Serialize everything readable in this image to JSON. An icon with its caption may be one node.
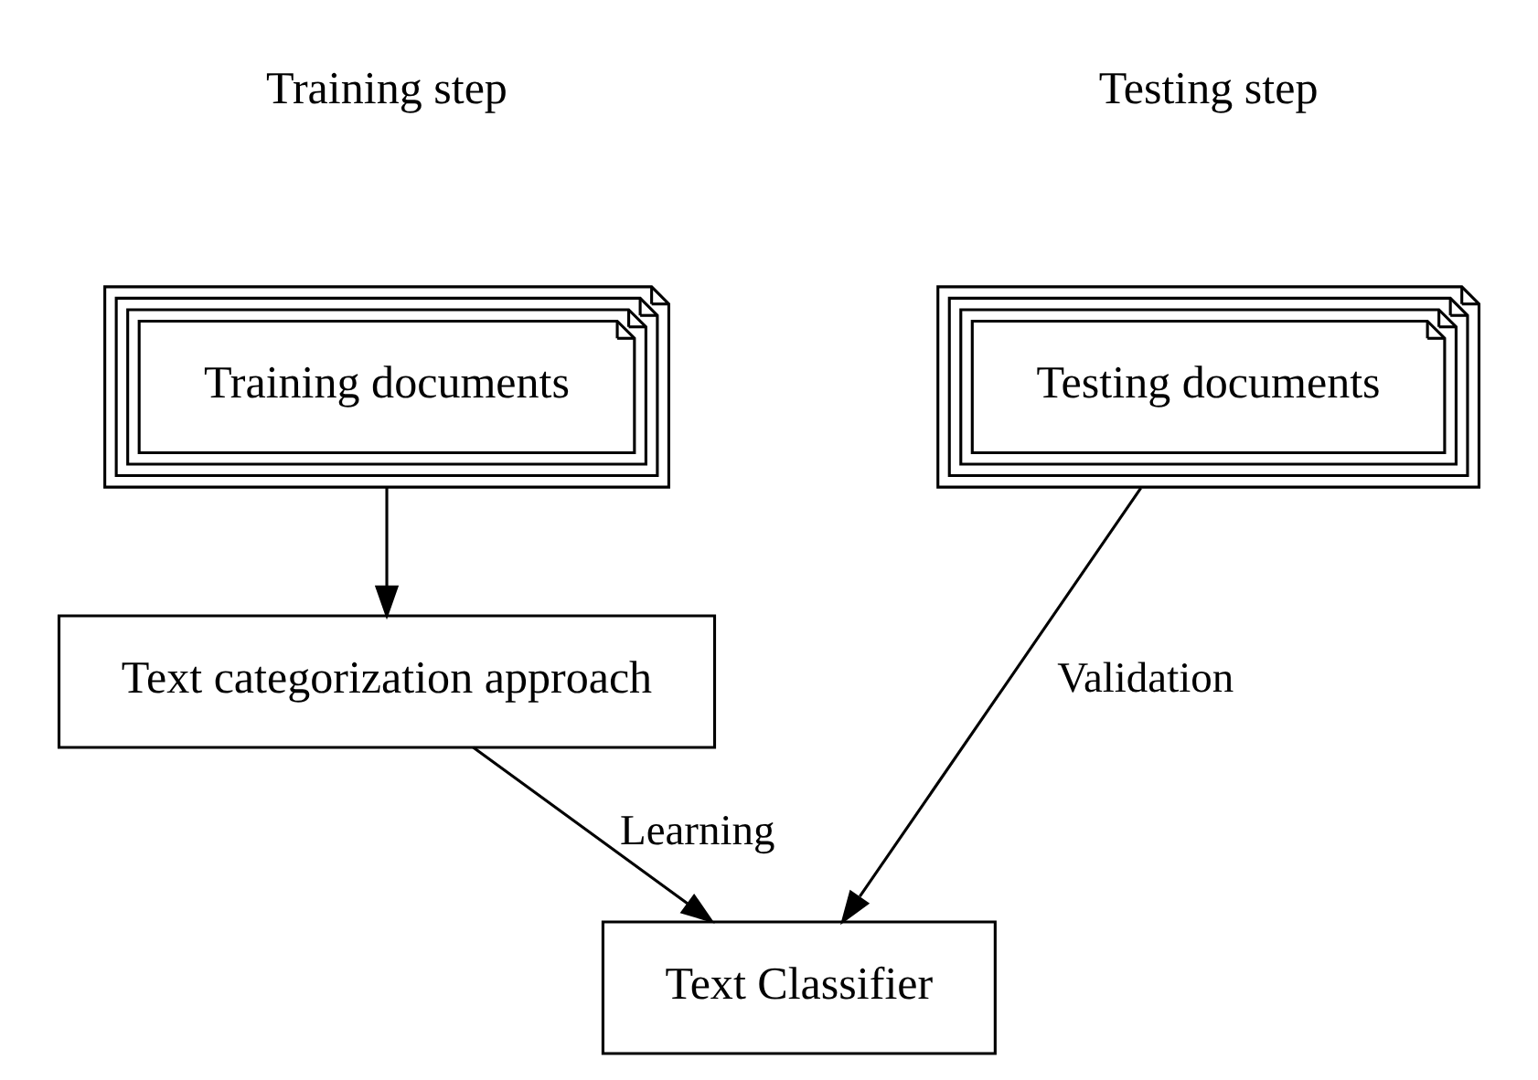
{
  "diagram": {
    "nodes": [
      {
        "text": [
          "Training documents"
        ]
      },
      {
        "text": [
          "Testing documents"
        ]
      },
      {
        "text": [
          "Text categorization approach"
        ]
      },
      {
        "text": [
          "Text Classifier"
        ]
      }
    ],
    "edges": [
      {
        "from": 0,
        "to": 2,
        "arrow": "to"
      },
      {
        "from": 2,
        "to": 3,
        "arrow": "to",
        "label": "Learning"
      },
      {
        "from": 1,
        "to": 3,
        "arrow": "to",
        "label": "Validation"
      }
    ],
    "labels": [
      "Training step",
      "Testing step"
    ]
  }
}
